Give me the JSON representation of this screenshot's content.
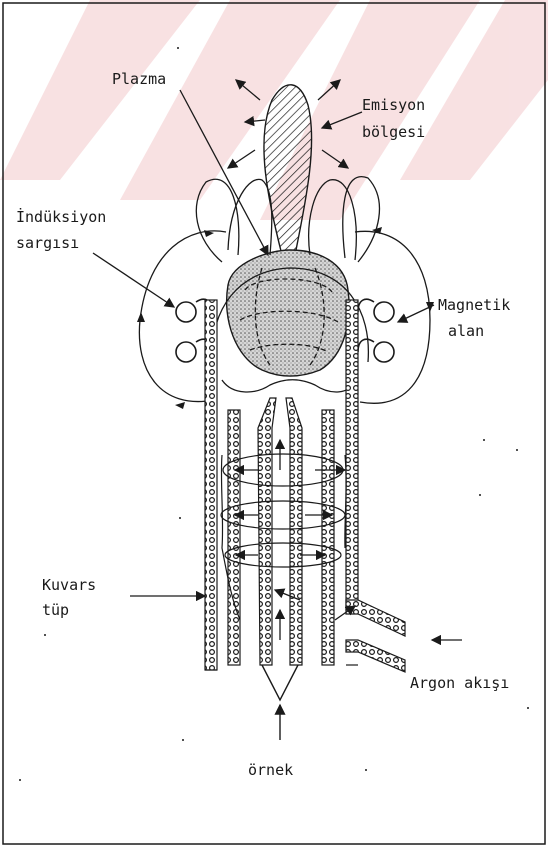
{
  "labels": {
    "plasma": "Plazma",
    "emission_1": "Emisyon",
    "emission_2": "bölgesi",
    "induction_1": "İndüksiyon",
    "induction_2": "sargısı",
    "magnetic_1": "Magnetik",
    "magnetic_2": "alan",
    "quartz_1": "Kuvars",
    "quartz_2": "tüp",
    "argon": "Argon akışı",
    "sample": "örnek"
  },
  "colors": {
    "ink": "#1a1a1a",
    "watermark": "#f3c9cc",
    "stipple": "#c8c8c8"
  }
}
